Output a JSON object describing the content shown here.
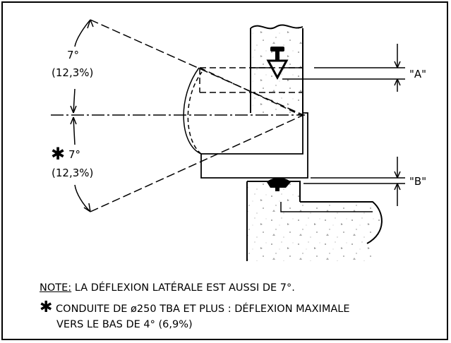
{
  "labels": {
    "angle_top": "7°",
    "pct_top": "(12,3%)",
    "angle_bottom": "7°",
    "pct_bottom": "(12,3%)",
    "mark": "✱",
    "gap_a": "\"A\"",
    "gap_b": "\"B\""
  },
  "note": {
    "prefix": "NOTE:",
    "text": " LA DÉFLEXION LATÉRALE EST AUSSI DE 7°.",
    "star": "✱",
    "line1": "CONDUITE DE ø250 TBA ET PLUS : DÉFLEXION MAXIMALE",
    "line2": "VERS LE BAS DE 4° (6,9%)"
  }
}
